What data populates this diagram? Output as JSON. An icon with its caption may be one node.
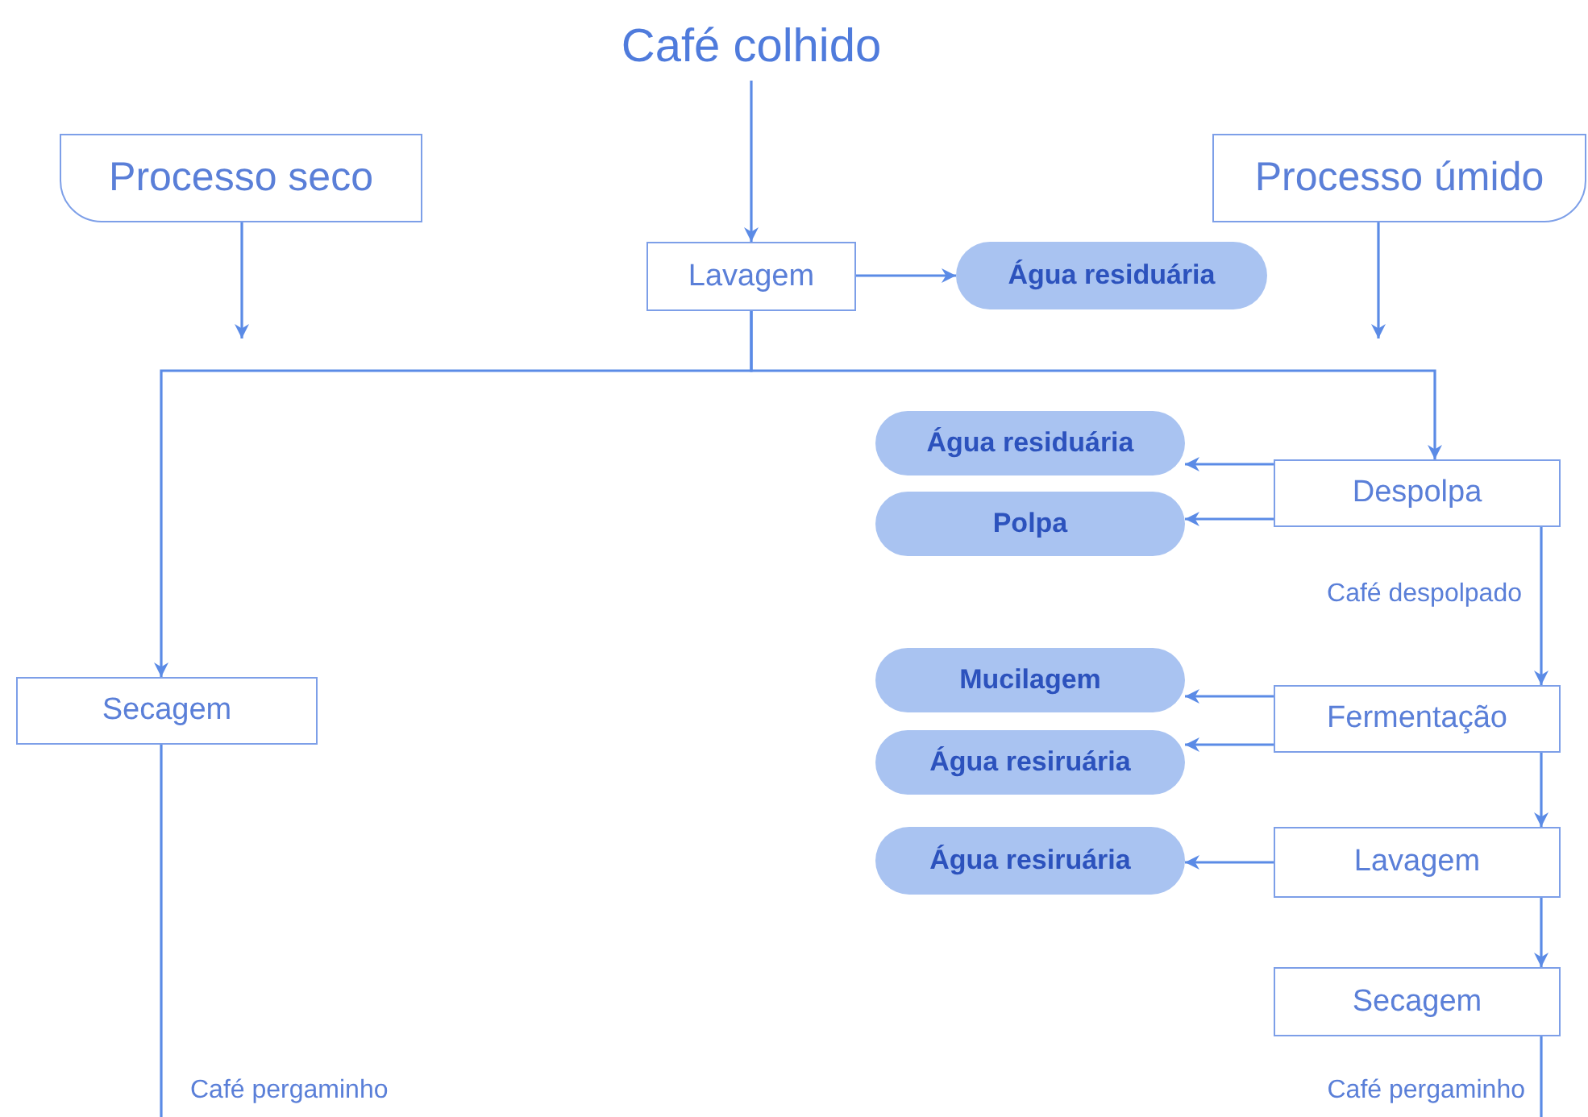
{
  "diagram": {
    "nodes": [
      {
        "text": [
          "Café colhido"
        ]
      },
      {
        "text": [
          "Processo seco"
        ]
      },
      {
        "text": [
          "Lavagem"
        ]
      },
      {
        "text": [
          "Água residuária"
        ]
      },
      {
        "text": [
          "Processo úmido"
        ]
      },
      {
        "text": [
          "Despolpa"
        ]
      },
      {
        "text": [
          "Água residuária"
        ]
      },
      {
        "text": [
          "Polpa"
        ]
      },
      {
        "text": [
          "Secagem"
        ]
      },
      {
        "text": [
          "Fermentação"
        ]
      },
      {
        "text": [
          "Mucilagem"
        ]
      },
      {
        "text": [
          "Água resiruária"
        ]
      },
      {
        "text": [
          "Lavagem"
        ]
      },
      {
        "text": [
          "Água resiruária"
        ]
      },
      {
        "text": [
          "Secagem"
        ]
      }
    ],
    "edges": [
      {
        "from": 0,
        "to": 2,
        "arrow": "to"
      },
      {
        "from": 2,
        "to": 3,
        "arrow": "to"
      },
      {
        "from": 1,
        "to": null,
        "arrow": "to"
      },
      {
        "from": 4,
        "to": null,
        "arrow": "to"
      },
      {
        "from": 2,
        "to": 8,
        "arrow": "to"
      },
      {
        "from": 2,
        "to": 5,
        "arrow": "to"
      },
      {
        "from": 5,
        "to": 6,
        "arrow": "to"
      },
      {
        "from": 5,
        "to": 7,
        "arrow": "to"
      },
      {
        "from": 5,
        "to": 9,
        "arrow": "to",
        "label": "Café despolpado"
      },
      {
        "from": 9,
        "to": 10,
        "arrow": "to"
      },
      {
        "from": 9,
        "to": 11,
        "arrow": "to"
      },
      {
        "from": 9,
        "to": 12,
        "arrow": "to"
      },
      {
        "from": 12,
        "to": 13,
        "arrow": "to"
      },
      {
        "from": 12,
        "to": 14,
        "arrow": "to"
      },
      {
        "from": 8,
        "to": null,
        "arrow": "none",
        "label": "Café pergaminho"
      },
      {
        "from": 14,
        "to": null,
        "arrow": "none",
        "label": "Café pergaminho"
      }
    ]
  }
}
